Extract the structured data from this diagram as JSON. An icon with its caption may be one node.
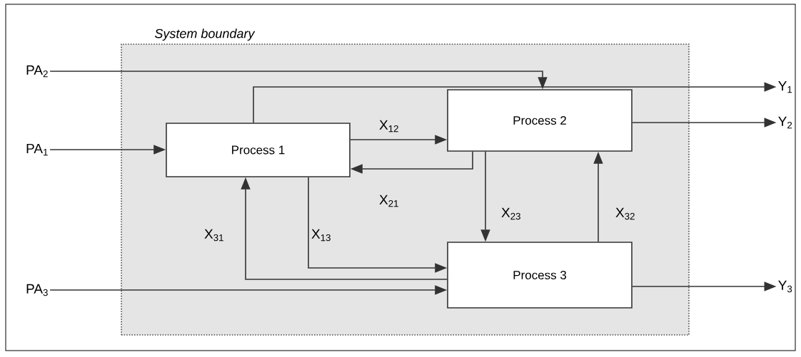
{
  "diagram": {
    "nodes": [
      {
        "text": [
          "System boundary"
        ]
      },
      {
        "text": [
          "Process 1"
        ],
        "in": 0
      },
      {
        "text": [
          "Process 2"
        ],
        "in": 0
      },
      {
        "text": [
          "Process 3"
        ],
        "in": 0
      },
      {
        "text": [
          "PA$_{2}$"
        ]
      },
      {
        "text": [
          "PA$_{1}$"
        ]
      },
      {
        "text": [
          "PA$_{3}$"
        ]
      },
      {
        "text": [
          "Y$_{1}$"
        ]
      },
      {
        "text": [
          "Y$_{2}$"
        ]
      },
      {
        "text": [
          "Y$_{3}$"
        ]
      }
    ],
    "edges": [
      {
        "from": 4,
        "to": 2,
        "arrow": "to"
      },
      {
        "from": 1,
        "to": 7,
        "arrow": "to"
      },
      {
        "from": 5,
        "to": 1,
        "arrow": "to"
      },
      {
        "from": 1,
        "to": 2,
        "arrow": "to",
        "label": "X$_{12}$"
      },
      {
        "from": 2,
        "to": 1,
        "arrow": "to",
        "label": "X$_{21}$"
      },
      {
        "from": 2,
        "to": 8,
        "arrow": "to"
      },
      {
        "from": 2,
        "to": 3,
        "arrow": "to",
        "label": "X$_{23}$"
      },
      {
        "from": 3,
        "to": 2,
        "arrow": "to",
        "label": "X$_{32}$"
      },
      {
        "from": 1,
        "to": 3,
        "arrow": "to",
        "label": "X$_{13}$"
      },
      {
        "from": 3,
        "to": 1,
        "arrow": "to",
        "label": "X$_{31}$"
      },
      {
        "from": 6,
        "to": 3,
        "arrow": "to"
      },
      {
        "from": 3,
        "to": 9,
        "arrow": "to"
      }
    ]
  }
}
